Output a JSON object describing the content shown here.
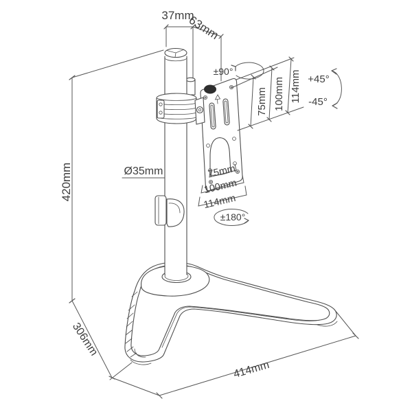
{
  "diagram": {
    "type": "technical-dimension-drawing",
    "product": "single monitor desk stand with VESA plate",
    "colors": {
      "background": "#ffffff",
      "line": "#4c4c4c",
      "text": "#3d3d3d",
      "knob_fill": "#2e2e2e"
    },
    "dimensions": {
      "pole_top_width": "37mm",
      "arm_depth": "63mm",
      "swivel_range": "±90°",
      "vesa_vertical_75": "75mm",
      "vesa_vertical_100": "100mm",
      "vesa_vertical_114": "114mm",
      "tilt_up": "+45°",
      "tilt_down": "-45°",
      "pole_diameter": "Ø35mm",
      "vesa_horizontal_75": "75mm",
      "vesa_horizontal_100": "100mm",
      "vesa_horizontal_114": "114mm",
      "rotation_range": "±180°",
      "stand_height": "420mm",
      "base_depth": "306mm",
      "base_width": "414mm"
    }
  }
}
